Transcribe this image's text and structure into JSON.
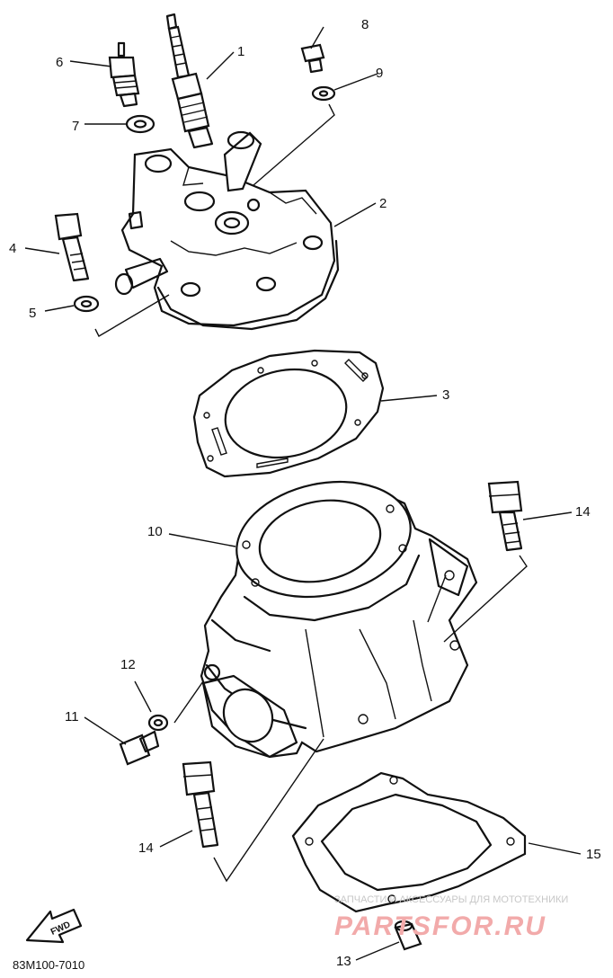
{
  "callouts": {
    "c1": "1",
    "c2": "2",
    "c3": "3",
    "c4": "4",
    "c5": "5",
    "c6": "6",
    "c7": "7",
    "c8": "8",
    "c9": "9",
    "c10": "10",
    "c11": "11",
    "c12": "12",
    "c13": "13",
    "c14a": "14",
    "c14b": "14",
    "c15": "15"
  },
  "fwd_label": "FWD",
  "diagram_code": "83M100-7010",
  "watermark": {
    "tagline": "ЗАПЧАСТИ И АКСЕССУАРЫ ДЛЯ МОТОТЕХНИКИ",
    "brand": "PARTSFOR.RU"
  }
}
